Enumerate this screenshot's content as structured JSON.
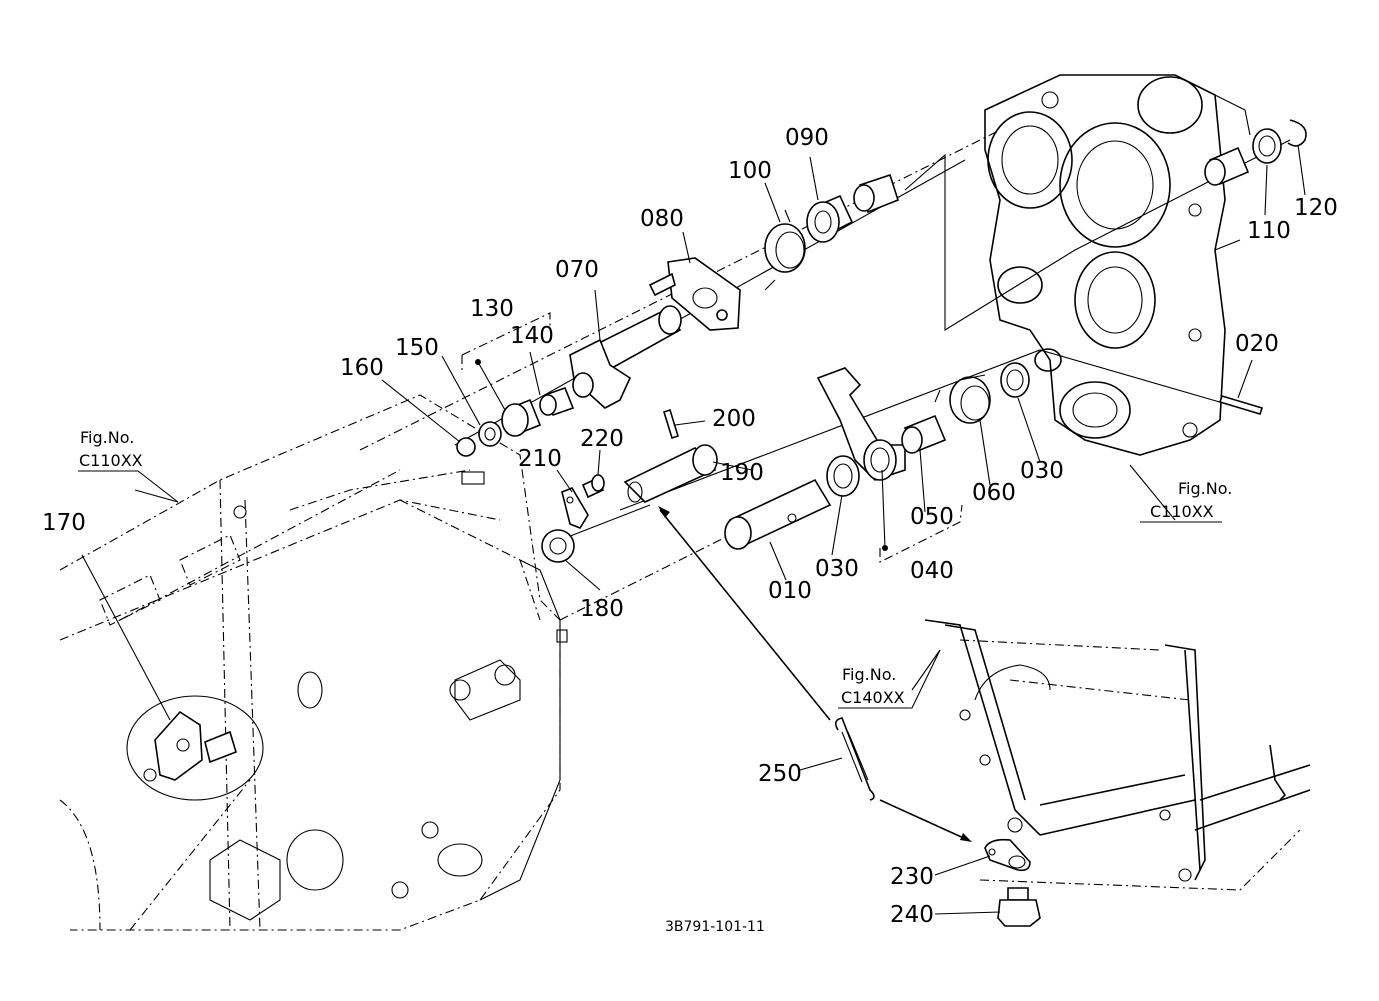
{
  "callouts": {
    "c010": "010",
    "c020": "020",
    "c030a": "030",
    "c030b": "030",
    "c040": "040",
    "c050": "050",
    "c060": "060",
    "c070": "070",
    "c080": "080",
    "c090": "090",
    "c100": "100",
    "c110": "110",
    "c120": "120",
    "c130": "130",
    "c140": "140",
    "c150": "150",
    "c160": "160",
    "c170": "170",
    "c180": "180",
    "c190": "190",
    "c200": "200",
    "c210": "210",
    "c220": "220",
    "c230": "230",
    "c240": "240",
    "c250": "250"
  },
  "references": {
    "fig_label": "Fig.No.",
    "left_code": "C110XX",
    "right_code": "C110XX",
    "bottom_code": "C140XX"
  },
  "drawing_code": "3B791-101-11"
}
